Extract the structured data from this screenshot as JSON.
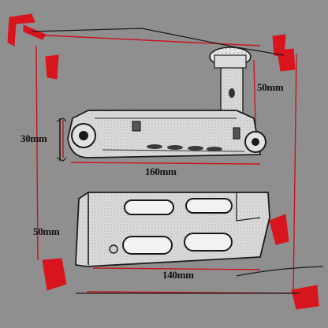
{
  "dimensions": {
    "knob_height": "50mm",
    "part_height": "30mm",
    "part_length": "160mm",
    "bracket_height": "50mm",
    "bracket_length": "140mm"
  },
  "colors": {
    "background": "#8f8f8f",
    "accent_red": "#d8141c",
    "ink": "#111111",
    "metal_light": "#d9d9d9",
    "metal_shadow": "#5b5b5b"
  }
}
